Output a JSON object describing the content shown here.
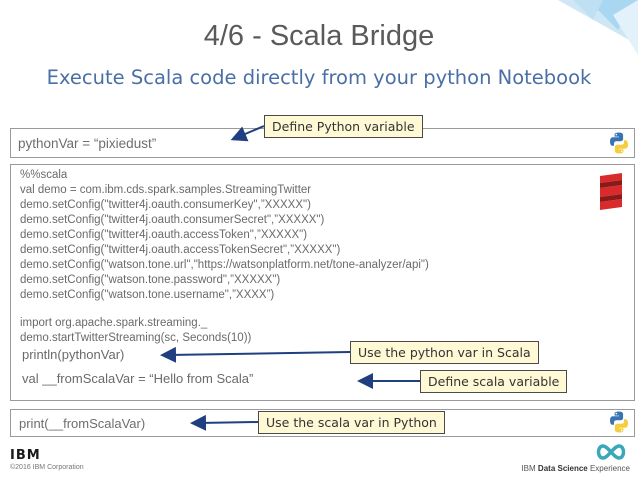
{
  "slide": {
    "title": "4/6 - Scala Bridge",
    "subtitle": "Execute Scala code directly from your python Notebook"
  },
  "python_cell": {
    "code": "pythonVar = “pixiedust”"
  },
  "scala_cell": {
    "lines": [
      "%%scala",
      "val demo = com.ibm.cds.spark.samples.StreamingTwitter",
      "demo.setConfig(\"twitter4j.oauth.consumerKey\",”XXXXX\")",
      "demo.setConfig(\"twitter4j.oauth.consumerSecret\",”XXXXX\")",
      "demo.setConfig(\"twitter4j.oauth.accessToken\",”XXXXX\")",
      "demo.setConfig(\"twitter4j.oauth.accessTokenSecret\",”XXXXX\")",
      "demo.setConfig(\"watson.tone.url\",\"https://watsonplatform.net/tone-analyzer/api\")",
      "demo.setConfig(\"watson.tone.password\",”XXXXX\")",
      "demo.setConfig(\"watson.tone.username\",”XXXX”)",
      "import org.apache.spark.streaming._",
      "demo.startTwitterStreaming(sc, Seconds(10))"
    ],
    "println_line": "println(pythonVar)",
    "val_line": "val __fromScalaVar = “Hello from Scala”"
  },
  "print_cell": {
    "code": "print(__fromScalaVar)"
  },
  "callouts": {
    "define_python": "Define Python variable",
    "use_python_in_scala": "Use the python var in Scala",
    "define_scala": "Define scala variable",
    "use_scala_in_python": "Use the scala var in Python"
  },
  "footer": {
    "logo": "IBM",
    "copyright": "©2016 IBM Corporation",
    "brand_prefix": "IBM",
    "brand_bold": "Data Science",
    "brand_suffix": "Experience"
  },
  "colors": {
    "title": "#5a5a5a",
    "subtitle": "#4a6fa5",
    "callout_bg": "#fff9d6",
    "arrow": "#1f3f80",
    "scala_red": "#d92b2b",
    "python_blue": "#3a73b2",
    "python_yellow": "#f5cd3f"
  },
  "icons": [
    "python-logo-icon",
    "scala-logo-icon",
    "infinity-logo-icon"
  ]
}
